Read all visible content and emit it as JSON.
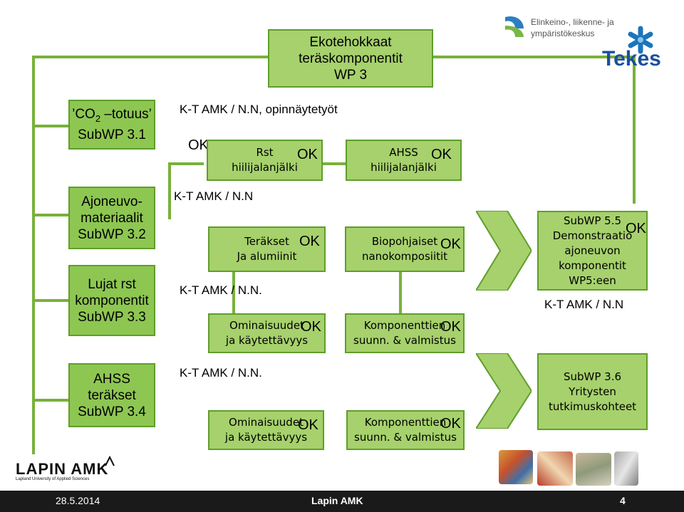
{
  "root": {
    "line1": "Ekotehokkaat",
    "line2": "teräskomponentit",
    "line3": "WP 3"
  },
  "left": {
    "co2": {
      "prefix": "’CO",
      "sub": "2",
      "suffix": " –totuus’",
      "line2": "SubWP 3.1"
    },
    "ajoneuvo": {
      "l1": "Ajoneuvo-",
      "l2": "materiaalit",
      "l3": "SubWP 3.2"
    },
    "lujat": {
      "l1": "Lujat rst",
      "l2": "komponentit",
      "l3": "SubWP 3.3"
    },
    "ahss": {
      "l1": "AHSS",
      "l2": "teräkset",
      "l3": "SubWP 3.4"
    }
  },
  "notes": {
    "opinnaytetyot": "K-T AMK / N.N, opinnäytetyöt",
    "kt_nn_1": "K-T AMK / N.N",
    "kt_nn_2": "K-T AMK / N.N.",
    "kt_nn_3": "K-T AMK / N.N.",
    "kt_nn_4": "K-T AMK / N.N",
    "ok_standalone": "OK"
  },
  "boxes": {
    "rst": {
      "l1": "Rst",
      "l2": "hiilijalanjälki",
      "ok": "OK"
    },
    "ahss_h": {
      "l1": "AHSS",
      "l2": "hiilijalanjälki",
      "ok": "OK"
    },
    "teraks": {
      "l1": "Teräkset",
      "l2": "Ja alumiinit",
      "ok": "OK"
    },
    "bio": {
      "l1": "Biopohjaiset",
      "l2": "nanokomposiitit",
      "ok": "OK"
    },
    "omin1": {
      "l1": "Ominaisuudet",
      "l2": "ja käytettävyys",
      "ok": "OK"
    },
    "komp1": {
      "l1": "Komponenttien",
      "l2": "suunn. & valmistus",
      "ok": "OK"
    },
    "omin2": {
      "l1": "Ominaisuudet",
      "l2": "ja käytettävyys",
      "ok": "OK"
    },
    "komp2": {
      "l1": "Komponenttien",
      "l2": "suunn. & valmistus",
      "ok": "OK"
    },
    "wp55": {
      "l1": "SubWP 5.5",
      "l2": "Demonstraatio",
      "l3": "ajoneuvon",
      "l4": "komponentit",
      "l5": "WP5:een",
      "ok": "OK"
    },
    "wp36": {
      "l1": "SubWP 3.6",
      "l2": "Yritysten",
      "l3": "tutkimuskohteet"
    }
  },
  "logos": {
    "ely_l1": "Elinkeino-, liikenne- ja",
    "ely_l2": "ympäristökeskus",
    "tekes": "Tekes",
    "lapin": "LAPIN AMK",
    "lapin_sub": "Lapland University of Applied Sciences"
  },
  "footer": {
    "date": "28.5.2014",
    "center": "Lapin AMK",
    "page": "4"
  },
  "colors": {
    "box": "#a6d16c",
    "box_border": "#5f9e2b",
    "connector": "#78b13b",
    "footer": "#1a1a1a"
  }
}
